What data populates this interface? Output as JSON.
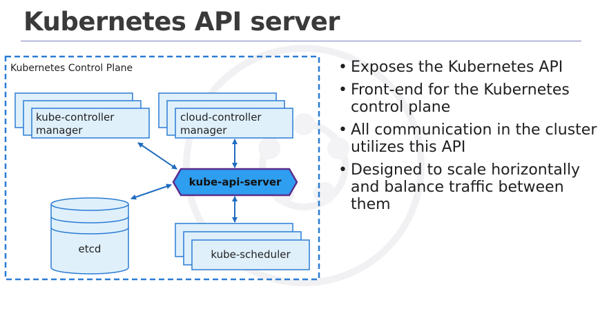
{
  "title": "Kubernetes API server",
  "diagram": {
    "control_plane_label": "Kubernetes Control Plane",
    "kube_controller_manager": [
      "kube-controller",
      "manager"
    ],
    "cloud_controller_manager": [
      "cloud-controller",
      "manager"
    ],
    "api_server": "kube-api-server",
    "etcd": "etcd",
    "scheduler": "kube-scheduler"
  },
  "bullets": [
    "Exposes the Kubernetes API",
    "Front-end for the Kubernetes control plane",
    "All communication in the cluster utilizes this API",
    "Designed to scale horizontally and balance traffic between them"
  ],
  "colors": {
    "border_blue": "#2a7bd3",
    "box_fill": "#dff0fb",
    "api_fill": "#2e9ef0",
    "api_border": "#5a2d8c",
    "rule": "#7d7fbf"
  }
}
